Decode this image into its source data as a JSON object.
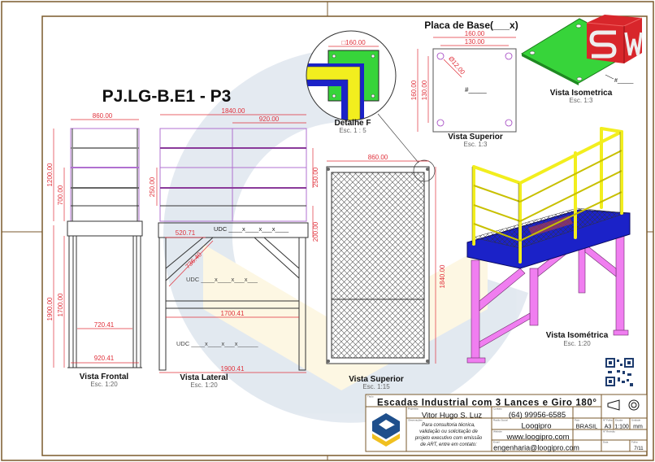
{
  "project_code": "PJ.LG-B.E1 - P3",
  "views": {
    "frontal": {
      "label": "Vista Frontal",
      "scale": "Esc. 1:20",
      "dims": [
        "860.00",
        "1200.00",
        "700.00",
        "1900.00",
        "1700.00",
        "720.41",
        "920.41"
      ]
    },
    "lateral": {
      "label": "Vista Lateral",
      "scale": "Esc. 1:20",
      "dims": [
        "1840.00",
        "920.00",
        "250.00",
        "250.00",
        "200.00",
        "520.71",
        "736.40",
        "1700.41",
        "1900.41"
      ],
      "udc_notes": [
        "UDC ____x____x___x____",
        "UDC ____x____x___x___",
        "UDC ____x____x___x______"
      ]
    },
    "superior": {
      "label": "Vista Superior",
      "scale": "Esc. 1:15",
      "dims": [
        "860.00",
        "1840.00"
      ]
    },
    "detail": {
      "label": "Detalhe F",
      "scale": "Esc. 1 : 5",
      "dim": "□160.00"
    },
    "base_plate": {
      "title": "Placa de Base(___x)",
      "label": "Vista Superior",
      "scale": "Esc. 1:3",
      "dims": [
        "160.00",
        "130.00",
        "160.00",
        "130.00",
        "Ø12.00"
      ],
      "note": "#_____"
    },
    "plate_iso": {
      "label": "Vista Isometrica",
      "scale": "Esc. 1:3",
      "note": "#_____"
    },
    "iso": {
      "label": "Vista Isométrica",
      "scale": "Esc. 1:20"
    }
  },
  "title_block": {
    "title": "Escadas Industrial com 3 Lances e Giro 180°",
    "author": "Vitor Hugo S. Luz",
    "phone": "(64) 99956-6585",
    "observations": [
      "Para consultoria técnica,",
      "validação ou solicitação de",
      "projeto executivo com emissão",
      "de ART, entre em contato:"
    ],
    "company": "Loogipro",
    "country": "BRASIL",
    "sheet_size": "A3",
    "scale": "1:100",
    "unit": "mm",
    "website": "www.loogipro.com",
    "email": "engenharia@loogipro.com",
    "page": "7/11",
    "field_labels": [
      "Título",
      "Projetista",
      "Contato",
      "Observações",
      "Razão Social",
      "Website",
      "Email",
      "País",
      "Nº Folha",
      "Escala",
      "Unidade",
      "Nº Revisão",
      "Data",
      "Folha"
    ]
  },
  "colors": {
    "dimension": "#e0303a",
    "rail": "#f2ee1e",
    "platform": "#1b22c8",
    "legs": "#f07ef0",
    "plate": "#37d43a",
    "frame": "#7a5a2c"
  }
}
